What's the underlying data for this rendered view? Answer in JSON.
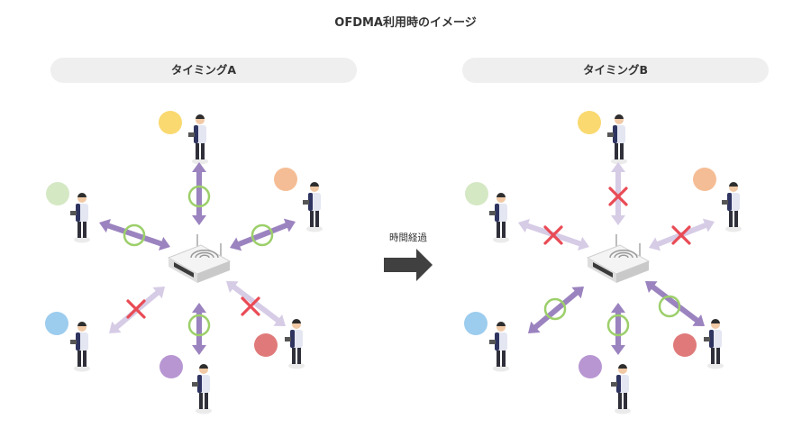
{
  "page": {
    "title": "OFDMA利用時のイメージ"
  },
  "transition": {
    "label": "時間経過"
  },
  "colors": {
    "active_arrow": "#9b83bf",
    "inactive_arrow": "#d6cce6",
    "ok_mark": "#9ccf6a",
    "ng_mark": "#e94b55",
    "transition_arrow": "#404040"
  },
  "panels": [
    {
      "label": "タイミングA",
      "links": [
        {
          "device": "yellow",
          "dot_color": "#f9d970",
          "status": "ok"
        },
        {
          "device": "orange",
          "dot_color": "#f5bd95",
          "status": "ok"
        },
        {
          "device": "red",
          "dot_color": "#e07a7a",
          "status": "ng"
        },
        {
          "device": "purple",
          "dot_color": "#b796d2",
          "status": "ok"
        },
        {
          "device": "blue",
          "dot_color": "#9cccee",
          "status": "ng"
        },
        {
          "device": "green",
          "dot_color": "#d4e8c4",
          "status": "ok"
        }
      ]
    },
    {
      "label": "タイミングB",
      "links": [
        {
          "device": "yellow",
          "dot_color": "#f9d970",
          "status": "ng"
        },
        {
          "device": "orange",
          "dot_color": "#f5bd95",
          "status": "ng"
        },
        {
          "device": "red",
          "dot_color": "#e07a7a",
          "status": "ok"
        },
        {
          "device": "purple",
          "dot_color": "#b796d2",
          "status": "ok"
        },
        {
          "device": "blue",
          "dot_color": "#9cccee",
          "status": "ok"
        },
        {
          "device": "green",
          "dot_color": "#d4e8c4",
          "status": "ng"
        }
      ]
    }
  ]
}
